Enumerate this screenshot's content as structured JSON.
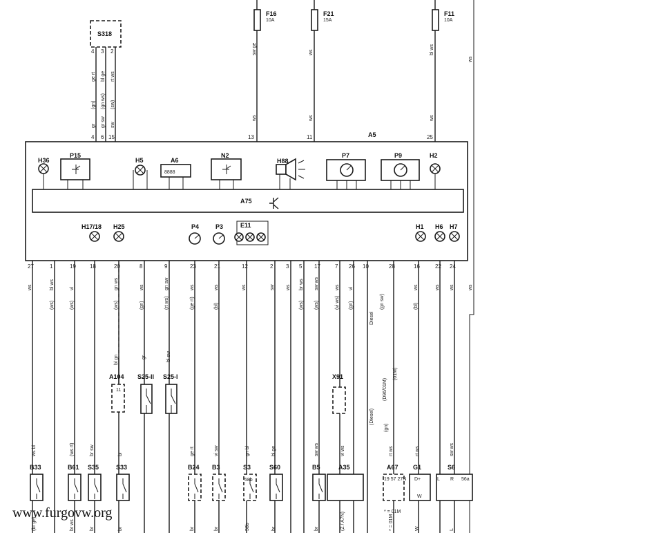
{
  "fuses": [
    {
      "id": "F16",
      "rating": "10A",
      "wire": "sw ge"
    },
    {
      "id": "F21",
      "rating": "15A",
      "wire": "ws"
    },
    {
      "id": "F11",
      "rating": "10A",
      "wire": "bl ws"
    }
  ],
  "s318": {
    "id": "S318",
    "pins": [
      "4",
      "3",
      "2"
    ],
    "wires": [
      "ge rt",
      "bl ge",
      "rt ws"
    ],
    "wires_alt": [
      "(gn)",
      "(gn ws)",
      "(sw)"
    ],
    "wires2": [
      "gr",
      "gr sw",
      "sw"
    ]
  },
  "cluster": {
    "id": "A5",
    "bus": "A75",
    "top_pins": [
      "4",
      "6",
      "15",
      "13",
      "11",
      "25"
    ],
    "upper": [
      "H36",
      "P15",
      "H5",
      "A6",
      "N2",
      "H88",
      "P7",
      "P9",
      "H2"
    ],
    "lower": [
      "H17/18",
      "H25",
      "P4",
      "P3",
      "E11",
      "H1",
      "H6",
      "H7"
    ],
    "pins": [
      {
        "n": "27",
        "w": "ws"
      },
      {
        "n": "1",
        "w": "bl ws"
      },
      {
        "n": "19",
        "w": "vi"
      },
      {
        "n": "18",
        "w": ""
      },
      {
        "n": "20",
        "w": "gn ws"
      },
      {
        "n": "8",
        "w": "ws"
      },
      {
        "n": "9",
        "w": "gn sw"
      },
      {
        "n": "23",
        "w": "ws"
      },
      {
        "n": "21",
        "w": "ws"
      },
      {
        "n": "12",
        "w": "ws"
      },
      {
        "n": "2",
        "w": "sw"
      },
      {
        "n": "3",
        "w": "ws"
      },
      {
        "n": "5",
        "w": "br ws"
      },
      {
        "n": "17",
        "w": "sw ws"
      },
      {
        "n": "7",
        "w": "ws"
      },
      {
        "n": "26",
        "w": "vi"
      },
      {
        "n": "10",
        "w": ""
      },
      {
        "n": "28",
        "w": ""
      },
      {
        "n": "16",
        "w": "ws"
      },
      {
        "n": "22",
        "w": "ws"
      },
      {
        "n": "24",
        "w": "ws"
      }
    ],
    "alt": [
      "(ws)",
      "(ws)",
      "(ws)",
      "(gn)",
      "(rt ws)",
      "(ge rt)",
      "(bl)",
      "(ws)",
      "(ws)",
      "(vi ws)",
      "(gn)",
      "(gn sw)",
      "(bl)"
    ]
  },
  "mid": {
    "a104": "A104",
    "a104_pin": "11",
    "s25ii": "S25-II",
    "s25i": "S25-I",
    "x91": "X91",
    "gn_ge": "bl gn",
    "gr": "gr",
    "bl_sw": "bl sw",
    "ws": "ws",
    "diesel": "Diesel",
    "diesel2": "(Diesel)",
    "rt_ws": "rt ws",
    "rt": "rt",
    "gn_sw": "(gn sw)",
    "gn": "(gn)",
    "d96": "(D96/01M)",
    "o1m": "(01M)",
    "ws_rt": "(ws rt)",
    "bl_ws": "bl ws",
    "ws_gn": "(vi)",
    "gn_rt": "gn rt"
  },
  "bottom": [
    {
      "id": "B33",
      "w1": "ws bl",
      "w2": "(br ge)"
    },
    {
      "id": "B61",
      "w1": "(ws rt)",
      "w2": "br ws"
    },
    {
      "id": "S35",
      "w1": "br sw",
      "w2": "br"
    },
    {
      "id": "S33",
      "w1": "br",
      "w2": "br"
    },
    {
      "id": "B24",
      "w1": "ge rt",
      "w2": "br"
    },
    {
      "id": "B3",
      "w1": "vi sw",
      "w2": "br"
    },
    {
      "id": "S3",
      "w1": "gn bl",
      "w2": "58b"
    },
    {
      "id": "S60",
      "w1": "bl ge",
      "w2": "br"
    },
    {
      "id": "B5",
      "w1": "sw ws",
      "w2": "br"
    },
    {
      "id": "A35",
      "w1": "vi ws",
      "w2": "(Z / A7N)"
    },
    {
      "id": "A67",
      "w1": "rt ws",
      "w2": "* = 01M"
    },
    {
      "id": "G1",
      "w1": "rt ws",
      "w2": "W"
    },
    {
      "id": "S6",
      "w1": "sw ws",
      "w2": "L"
    }
  ],
  "a67_pins": "19  57  27N",
  "g1_pins": "D+",
  "s6_pins": [
    "L",
    "R",
    "56a"
  ],
  "g1_sub": "W",
  "note": "* = 01M",
  "s3_pin": "58b",
  "watermark": "www.furgovw.org"
}
